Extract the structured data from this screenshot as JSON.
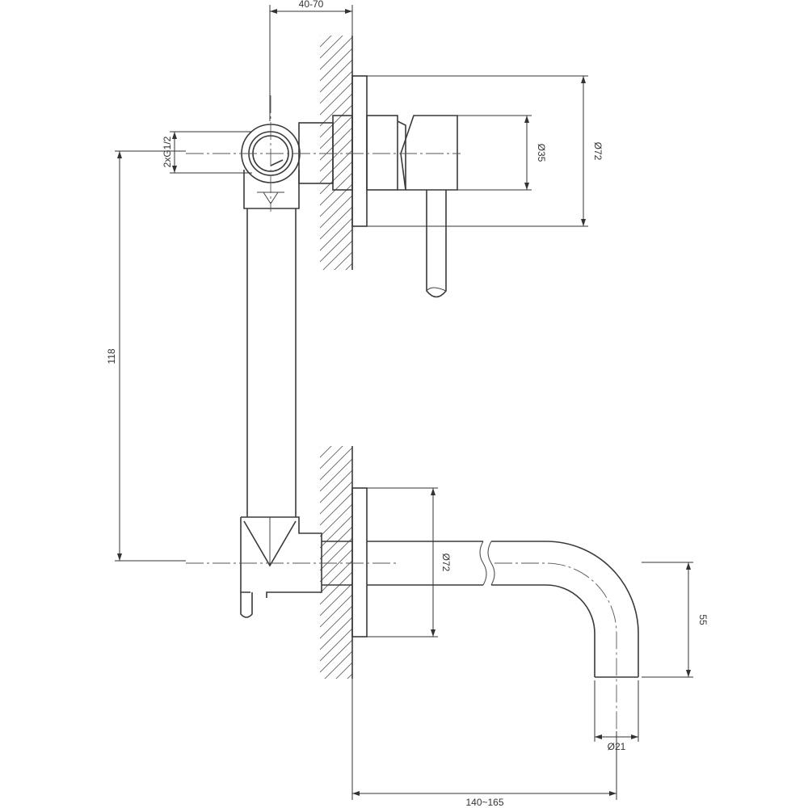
{
  "dimensions": {
    "wall_depth": "40-70",
    "inlet_thread": "2xG1/2",
    "mixer_body_diameter": "Ø35",
    "upper_plate_diameter": "Ø72",
    "inlet_spacing": "118",
    "lower_plate_diameter": "Ø72",
    "spout_drop": "55",
    "spout_outlet_diameter": "Ø21",
    "spout_projection": "140~165"
  }
}
